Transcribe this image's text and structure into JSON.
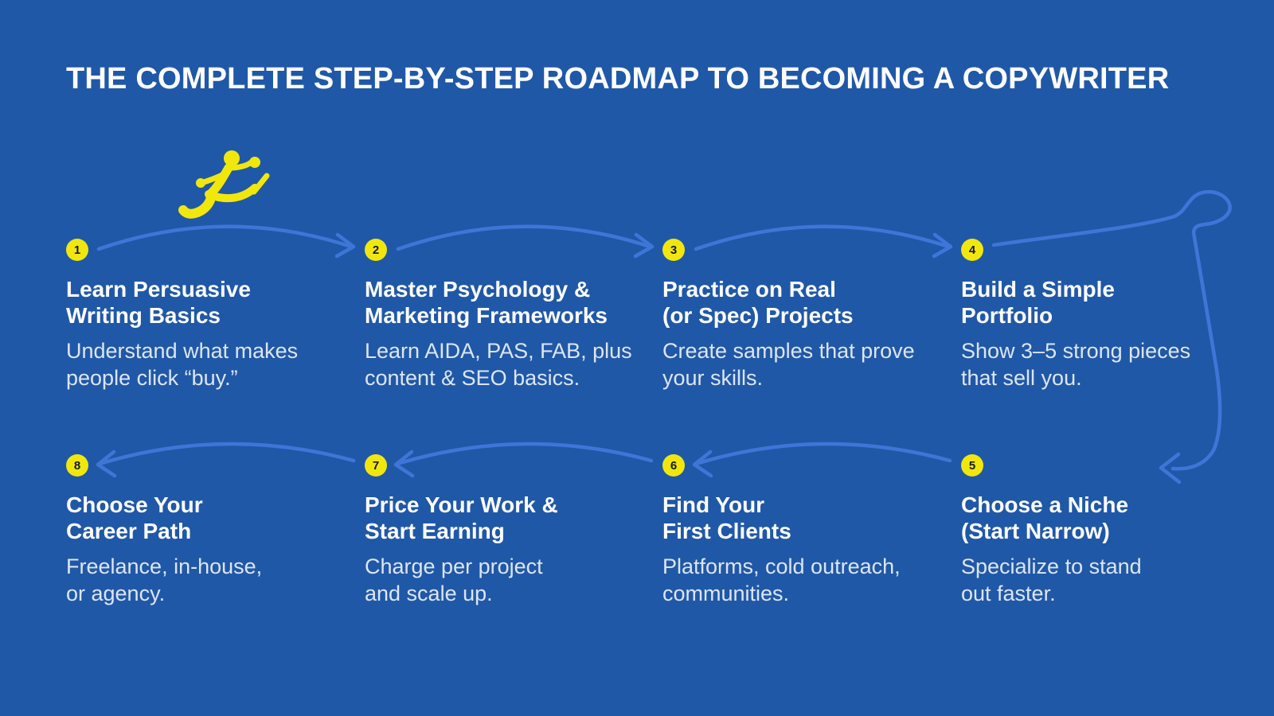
{
  "header": {
    "title": "THE COMPLETE STEP-BY-STEP ROADMAP TO BECOMING A COPYWRITER"
  },
  "colors": {
    "background": "#2058A8",
    "arrow": "#3E76D8",
    "accent_yellow": "#F2E70D",
    "step_title": "#FFFFFF",
    "step_description": "#DCE5F3",
    "badge_number": "#131A22"
  },
  "icons": {
    "runner": "running-person-icon",
    "connectors": "curved-arrow-connector"
  },
  "steps": [
    {
      "number": "1",
      "title": "Learn Persuasive\nWriting Basics",
      "description": "Understand what makes\npeople click “buy.”"
    },
    {
      "number": "2",
      "title": "Master Psychology &\nMarketing Frameworks",
      "description": "Learn AIDA, PAS, FAB, plus\ncontent & SEO basics."
    },
    {
      "number": "3",
      "title": "Practice on Real\n(or Spec) Projects",
      "description": "Create samples that prove\nyour skills."
    },
    {
      "number": "4",
      "title": "Build a Simple\nPortfolio",
      "description": "Show 3–5 strong pieces\nthat sell you."
    },
    {
      "number": "5",
      "title": "Choose a Niche\n(Start Narrow)",
      "description": "Specialize to stand\nout faster."
    },
    {
      "number": "6",
      "title": "Find Your\nFirst Clients",
      "description": "Platforms, cold outreach,\ncommunities."
    },
    {
      "number": "7",
      "title": "Price Your Work &\nStart Earning",
      "description": "Charge per project\nand scale up."
    },
    {
      "number": "8",
      "title": "Choose Your\nCareer Path",
      "description": "Freelance, in-house,\nor agency."
    }
  ]
}
